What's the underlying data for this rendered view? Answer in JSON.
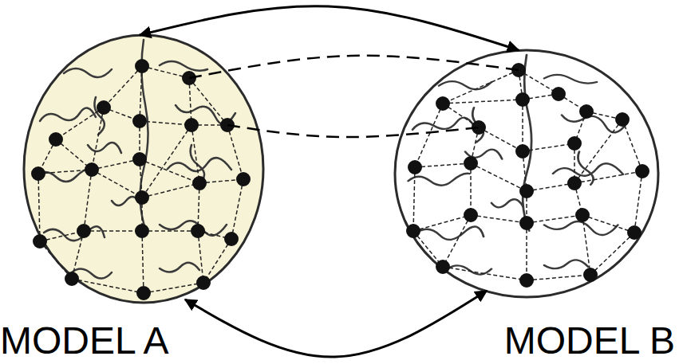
{
  "diagram": {
    "nodes": [
      {
        "text": [
          "MODEL A"
        ]
      },
      {
        "text": [
          "MODEL B"
        ]
      }
    ],
    "edges": [
      {
        "from": 0,
        "to": 1,
        "arrow": "both"
      },
      {
        "from": 0,
        "to": 1,
        "arrow": "both"
      },
      {
        "from": 0,
        "to": 1,
        "arrow": "none"
      },
      {
        "from": 0,
        "to": 1,
        "arrow": "none"
      }
    ]
  }
}
